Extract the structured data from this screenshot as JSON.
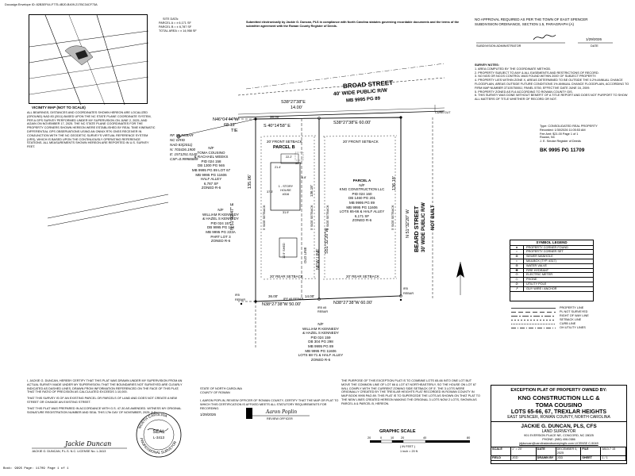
{
  "docusign": "Docusign Envelope ID: 82B3EF44-F775-4B20-B409-217BC34CF73A",
  "site_data": {
    "title": "SITE DATA:",
    "rows": [
      "PARCEL A    = ± 6,171 SF",
      "PARCEL B    = ± 6,787 SF",
      "TOTAL AREA = ± 14,958 SF"
    ]
  },
  "vicinity": {
    "label": "VICINITY MAP (NOT TO SCALE)"
  },
  "submission_note": "Submitted electronically by Jackie G. Duncan, PLS in compliance with North Carolina statutes governing recordable documents and the terms of the submitter agreement with the Rowan County Register of Deeds.",
  "approval": {
    "line1": "NO APPROVAL REQUIRED AS PER THE TOWN OF EAST SPENCER",
    "line2": "SUBDIVISION ORDINANCE, SECTION 1.5, PARAGRAPH (A)",
    "date": "1/29/2026",
    "sig_label": "SUBDIVISION ADMINISTRATOR",
    "date_label": "DATE"
  },
  "survey_notes": {
    "title": "SURVEY NOTES:",
    "items": [
      "1. AREA COMPUTED BY THE COORDINATE METHOD.",
      "2. PROPERTY SUBJECT TO ANY & ALL EASEMENTS AND RESTRICTIONS OF RECORD.",
      "3. NO NGS OR NCGS CONTROL WAS FOUND WITHIN 2000' OF SUBJECT PROPERTY.",
      "4. PROPERTY LIES WITHIN ZONE X, AREAS DETERMINED TO BE OUTSIDE THE 0.2% ANNUAL CHANCE FLOODPLAIN, AREAS OUTSIDE FUTURE CONDITIONS 1% ANNUAL CHANCE FLOODPLAIN, ACCORDING TO FIRM MAP NUMBER 3710575000J, PANEL 5750, EFFECTIVE DATE JUNE 16, 2009.",
      "5. PROPERTY ZONED AS R-6 ACCORDING TO ROWAN COUNTY GIS.",
      "6. THIS SURVEY WAS DONE WITHOUT BENEFIT OF A TITLE REPORT AND DOES NOT PURPORT TO SHOW ALL MATTERS OF TITLE WHETHER OF RECORD OR NOT."
    ]
  },
  "recording": {
    "type": "Type: CONSOLIDATED REAL PROPERTY",
    "recorded": "Recorded: 1/30/2026 11:05:53 AM",
    "fee": "Fee Amt: $21.00  Page 1 of 1",
    "county": "Rowan, NC",
    "register": "J. E. Smoke Register of Deeds",
    "book": "BK 9995  PG 11709"
  },
  "plat": {
    "street_top": "BROAD STREET",
    "street_top_rw": "40' WIDE PUBLIC R/W",
    "street_top_ref": "MB 9995 PG 89",
    "street_right": "BEARD STREET",
    "street_right_rw": "30' WIDE PUBLIC R/W",
    "street_right_note": "NOT BUILT",
    "curb_cut": "CURB CUT",
    "b_top_left": "S38°27'38\"E",
    "d_top_left": "14.00'",
    "d_top_left2": "36.00'",
    "b_top_right": "S38°27'38\"E  60.00'",
    "b_top_mid": "S 40°14'58\" E",
    "tie_bearing": "N46°04'44\"W",
    "tie_dist": "68.12'",
    "tie_word": "TIE",
    "ref_rebar": "RF. #5 REBAR",
    "nc_grid": "NC GRID",
    "nad": "NAD 83(2011)",
    "northing": "N: 703426.1900",
    "easting": "E: 1571251.5140",
    "csf": "CSF=0.99986889",
    "b_left": "N 51°32'47\" E",
    "d_left": "135.06'",
    "b_mid": "S51°32'20\"W",
    "b_right": "N 51°32'20\" W",
    "d_right": "136.18'",
    "d_mid_right": "136.18'",
    "b_bottom_left": "N38°27'38\"W  50.00'",
    "b_bottom_left2": "36.00'",
    "b_bottom_left3": "14.00'",
    "b_bottom_right": "N38°27'38\"W  60.00'",
    "front_setback_a": "20' FRONT SETBACK",
    "front_setback_b": "20' FRONT SETBACK",
    "rear_setback_a": "20' REAR SETBACK",
    "rear_setback_b": "20' REAR SETBACK",
    "side_setback_1": "5' SIDE SETBACK",
    "side_setback_2": "5' SIDE SETBACK",
    "side_setback_3": "5' SIDE SETBACK",
    "side_setback_4": "5' SIDE SETBACK",
    "new_line": "NEW LINE",
    "old_line": "OLD LINE",
    "parcel_b": "PARCEL B",
    "house": [
      "1 - STORY",
      "HOUSE",
      "#316"
    ],
    "shed": "12.9' SHED",
    "ipf": "IPF #5 REBAR",
    "ir5_1": "IR5",
    "ir5_2": "IR5",
    "ir5_3": "IR5 #5 REBAR",
    "rebar_label": "REBAR",
    "dims": [
      "21.4'",
      "22.2'",
      "31.9'",
      "37.3'",
      "31.9'",
      "6.8'"
    ],
    "owner_b": [
      "N/F",
      "TOMA COUSINO",
      "& RACHAEL WEEKS",
      "PID 024 158",
      "DB 1300 PG 946",
      "MB 9995 PG 89 LOT 67",
      "MB 9995 PG 11606",
      "HALF ALLEY",
      "6,787 SF",
      "ZONED R-6"
    ],
    "parcel_a": [
      "PARCEL A",
      "N/F",
      "KNG CONSTRUCTION LLC",
      "PID 024 160",
      "DB 1460 PG 201",
      "MB 9995 PG 89",
      "MB 9995 PG 11606",
      "LOTS 65-66 & HALF ALLEY",
      "6,171 SF",
      "ZONED R-6"
    ],
    "owner_west": [
      "N/F",
      "WILLIAM R KENNEDY",
      "& HAZEL S KENNEDY",
      "PID 024 157",
      "DB 9995 PG 124",
      "MB 9995 PG 223A",
      "PART LOT 3",
      "ZONED R-6"
    ],
    "owner_south": [
      "N/F",
      "WILLIAM R KENNEDY",
      "& HAZEL S KENNEDY",
      "PID 024 159",
      "DB 304 PG 298",
      "MB 9995 PG 89",
      "MB 9995 PG 11606",
      "LOTS 68-71 & HALF ALLEY",
      "ZONED R-6"
    ]
  },
  "bearings_note": "ALL BEARINGS, DISTANCES AND COORDINATES SHOWN HEREON ARE LOCALIZED (GROUND) NAD 83 (2011) BASED UPON THE NC STATE PLANE COORDINATE SYSTEM, PER A GPS SURVEY PERFORMED UNDER MY SUPERVISION ON JUNE 2, 2025, AND AGAIN ON NOVEMBER 17, 2025. THE NC STATE PLANE COORDINATES FOR THE PROPERTY CORNERS SHOWN HEREON WERE ESTABLISHED BY REAL TIME KINEMATIC DIFFERENTIAL GPS OBSERVATIONS USING AN ONNIX RTK GNSS RECEIVER IN CONJUNCTION WITH THE NC GEODETIC SURVEY'S VIRTUAL REFERENCE SYSTEM (VRS), WHICH IS BASED UPON THE CONTINUOUSLY OPERATING REFERENCE STATIONS. ALL MEASUREMENTS SHOWN HEREON ARE REPORTED IN U.S. SURVEY FEET.",
  "legend": {
    "title": "SYMBOL LEGEND",
    "rows": [
      "PROPERTY CORNER FOUND",
      "PROPERTY CORNER SET",
      "SEWER MANHOLE",
      "MAILBOX (TYP. #317)",
      "WATER VALVE",
      "FIRE HYDRANT",
      "ELECTRIC METER",
      "PHONE",
      "UTILITY POLE",
      "GUY WIRE / ANCHOR"
    ],
    "lines": [
      "PROPERTY LINE",
      "PL NOT SURVEYED",
      "RIGHT OF WAY LINE",
      "SETBACK LINE",
      "CURB LINE",
      "OH UTILITY LINES"
    ]
  },
  "cert": {
    "p1": "I, JACKIE G. DUNCAN, HEREBY CERTIFY THAT THIS PLAT WAS DRAWN UNDER MY SUPERVISION FROM AN ACTUAL SURVEY MADE UNDER MY SUPERVISION; THAT THE BOUNDARIES NOT SURVEYED ARE CLEARLY INDICATED AS DASHED LINES, DRAWN FROM INFORMATION REFERENCED ON THE FACE OF THIS PLAT; THAT THE RATIO OF PRECISION AS CALCULATED EXCEEDS 1:10,000.",
    "p2": "THAT THIS SURVEY IS OF AN EXISTING PARCEL OR PARCELS OF LAND AND DOES NOT CREATE A NEW STREET OR CHANGE AN EXISTING STREET.",
    "p3": "THAT THIS PLAT WAS PREPARED IN ACCORDANCE WITH G.S. 47-30 AS AMENDED. WITNESS MY ORIGINAL SIGNATURE REGISTRATION NUMBER AND SEAL THIS 17th DAY OF NOVEMBER, 2025, A.D.",
    "signature": "Jackie Duncan",
    "signer": "JACKIE G. DUNCAN, P.L.S.    N.C. LICENSE No. L-3413"
  },
  "seal": {
    "top": "NORTH CAROLINA",
    "bottom": "PROFESSIONAL SURVEYOR",
    "center": "SEAL",
    "license": "L-3413"
  },
  "review": {
    "state": "STATE OF NORTH CAROLINA",
    "county": "COUNTY OF ROWAN",
    "text": "I, AARON POPLIN, REVIEW OFFICER OF ROWAN COUNTY, CERTIFY THAT THE MAP OR PLAT TO WHICH THIS CERTIFICATION IS AFFIXED MEETS ALL STATUTORY REQUIREMENTS FOR RECORDING.",
    "date": "1/29/2026",
    "officer": "REVIEW OFFICER",
    "signature": "Aaron Poplin"
  },
  "purpose": "THE PURPOSE OF THIS EXCEPTION PLAT IS TO COMBINE LOTS 65-66 INTO ONE LOT BUT MOVE THE COMMON LINE OF LOT 66 & LOT 67 NORTHEASTERLY, SO THE HOUSE ON LOT 67 WILL COMPLY WITH THE CURRENT ZONING SIDE SETBACK OF 5'. THE 3 LOTS WERE ORIGINALLY CREATED BY THE TREXLAR HEIGHTS PLAT RECORDED IN ROWAN COUNTY IN MAP BOOK 9995 PAG 89. THIS PLAT IS TO SUPERCEDE THE LOTS AS SHOWN ON THAT PLAT TO THE NEW LINES CREATED HEREON MAKING THE ORIGINAL 3 LOTS NOW 2 LOTS, SHOWN AS PARCEL A & PARCEL B, HEREON.",
  "scale": {
    "title": "GRAPHIC SCALE",
    "ticks": [
      "20",
      "0",
      "10",
      "20",
      "40",
      "80"
    ],
    "unit": "( IN FEET )",
    "ratio": "1 inch = 20 ft."
  },
  "title_block": {
    "l1": "EXCEPTION PLAT OF PROPERTY OWNED BY:",
    "l2": "KNG CONSTRUCTION LLC &",
    "l3": "TOMA COUSINO",
    "l4": "LOTS 65-66, 67, TREXLAR HEIGHTS",
    "l5": "EAST SPENCER, ROWAN COUNTY, NORTH CAROLINA",
    "firm": "JACKIE G. DUNCAN, PLS, CFS",
    "sub": "LAND SURVEYOR",
    "addr": "901 EVERSION PLACE NE, CONCORD, NC 28025",
    "phone": "PHONE: (980) 406-0386",
    "email": "jdjduncan@carolinalandsurveyingllc.com   LICENSE C-5049",
    "grid": [
      [
        "SCALE",
        "1\" = 20'",
        "DATE",
        "DECEMBER 5, 2025",
        "FILE",
        "3813.7 15"
      ],
      [
        "FIELD",
        "JGD",
        "DRAWN BY",
        "JGD",
        "SHEET",
        "1 / 1"
      ]
    ]
  },
  "sheet_footer": [
    "Book: 9995  Page: 11709",
    "Page 1 of 1"
  ]
}
